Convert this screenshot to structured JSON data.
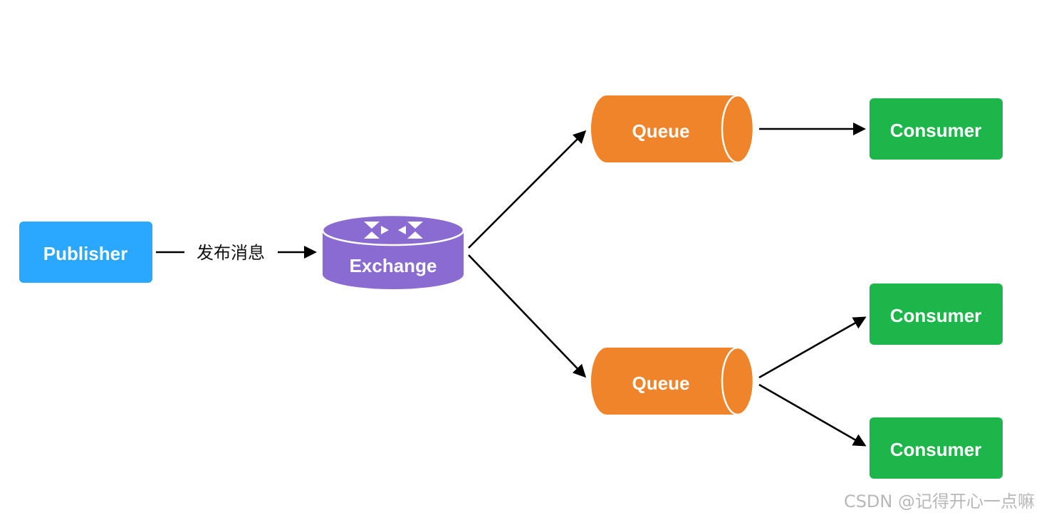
{
  "diagram": {
    "publisher": {
      "label": "Publisher",
      "color": "#2aa7ff"
    },
    "exchange": {
      "label": "Exchange",
      "color": "#8a6bd1",
      "icon": "exchange-arrows-icon"
    },
    "publish_edge": {
      "label": "发布消息"
    },
    "queues": [
      {
        "label": "Queue",
        "color": "#ef842a"
      },
      {
        "label": "Queue",
        "color": "#ef842a"
      }
    ],
    "consumers": [
      {
        "label": "Consumer",
        "color": "#1db64a"
      },
      {
        "label": "Consumer",
        "color": "#1db64a"
      },
      {
        "label": "Consumer",
        "color": "#1db64a"
      }
    ]
  },
  "watermark": "CSDN @记得开心一点嘛"
}
